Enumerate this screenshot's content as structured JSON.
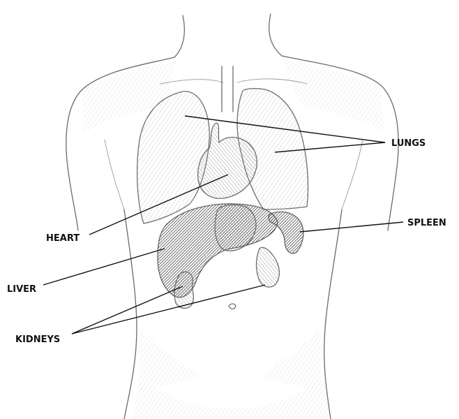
{
  "labels": {
    "lungs": "LUNGS",
    "heart": "HEART",
    "spleen": "SPLEEN",
    "liver": "LIVER",
    "kidneys": "KIDNEYS"
  },
  "colors": {
    "ink": "#111111",
    "sketch": "#6b6b6b",
    "shade_dark": "#3a3a3a",
    "background": "#ffffff"
  }
}
